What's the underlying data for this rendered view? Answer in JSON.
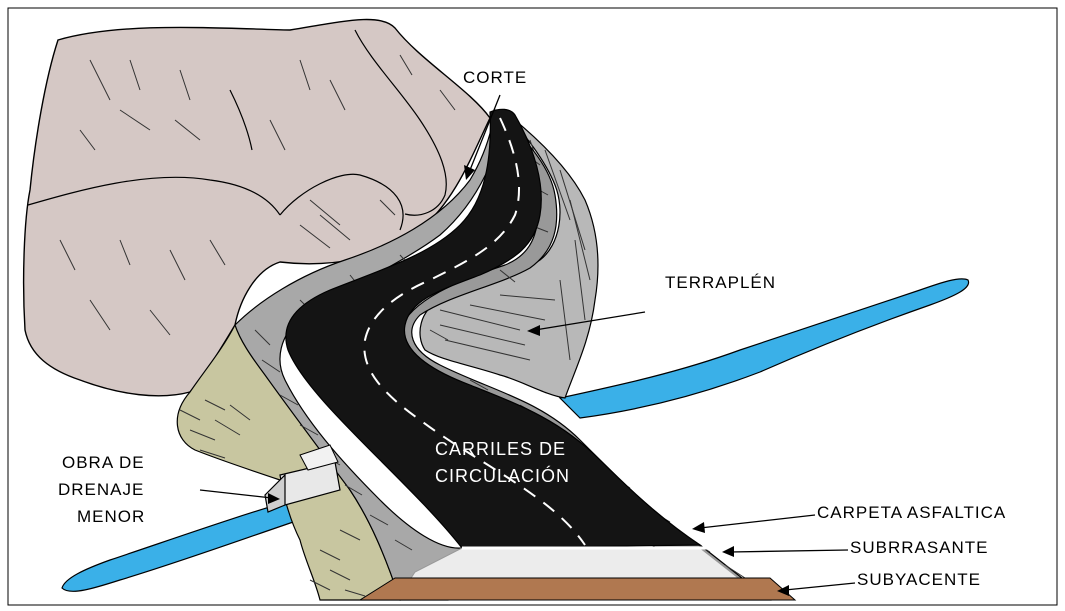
{
  "labels": {
    "corte": "CORTE",
    "terraplen": "TERRAPLÉN",
    "carriles_line1": "CARRILES DE",
    "carriles_line2": "CIRCULACIÓN",
    "obra_line1": "OBRA DE",
    "obra_line2": "DRENAJE",
    "obra_line3": "MENOR",
    "carpeta": "CARPETA ASFALTICA",
    "subrrasante": "SUBRRASANTE",
    "subyacente": "SUBYACENTE"
  },
  "colors": {
    "mountain": "#d5c8c5",
    "fill_slope": "#c8c6a0",
    "shoulder": "#a8a8a8",
    "embankment": "#b8b8b8",
    "asphalt": "#141414",
    "water": "#3ab0e8",
    "subgrade": "#ececec",
    "subbase": "#b07850",
    "culvert": "#e8e8e8"
  }
}
